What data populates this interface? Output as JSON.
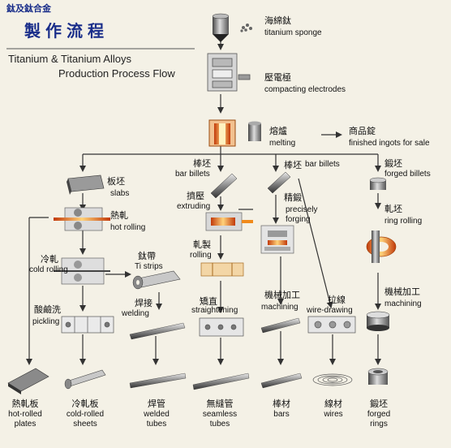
{
  "header": {
    "corner": "鈦及鈦合金",
    "title_zh": "製作流程",
    "title_en_1": "Titanium & Titanium Alloys",
    "title_en_2": "Production Process Flow"
  },
  "nodes": {
    "sponge": {
      "zh": "海綿鈦",
      "en": "titanium sponge"
    },
    "electrodes": {
      "zh": "壓電極",
      "en": "compacting electrodes"
    },
    "melting": {
      "zh": "熔爐",
      "en": "melting"
    },
    "ingots": {
      "zh": "商品錠",
      "en": "finished ingots for sale"
    },
    "slabs": {
      "zh": "板坯",
      "en": "slabs"
    },
    "bar_billets": {
      "zh": "棒坯",
      "en": "bar billets"
    },
    "bar_billets2": {
      "zh": "棒坯",
      "en": "bar billets"
    },
    "forged_billets": {
      "zh": "鍛坯",
      "en": "forged billets"
    },
    "hot_rolling": {
      "zh": "熱軋",
      "en": "hot rolling"
    },
    "extruding": {
      "zh": "擠壓",
      "en": "extruding"
    },
    "precise_forging": {
      "zh": "精鍛",
      "en1": "precisely",
      "en2": "forging"
    },
    "ring_rolling": {
      "zh": "軋坯",
      "en": "ring rolling"
    },
    "cold_rolling": {
      "zh": "冷軋",
      "en": "cold rolling"
    },
    "ti_strips": {
      "zh": "鈦帶",
      "en": "Ti strips"
    },
    "rolling": {
      "zh": "軋製",
      "en": "rolling"
    },
    "pickling": {
      "zh": "酸鹼洗",
      "en": "pickling"
    },
    "welding": {
      "zh": "焊接",
      "en": "welding"
    },
    "straightening": {
      "zh": "矯直",
      "en": "straightening"
    },
    "machining1": {
      "zh": "機械加工",
      "en": "machining"
    },
    "wire_drawing": {
      "zh": "拉線",
      "en": "wire-drawing"
    },
    "machining2": {
      "zh": "機械加工",
      "en": "machining"
    }
  },
  "products": [
    {
      "zh": "熱軋板",
      "en1": "hot-rolled",
      "en2": "plates"
    },
    {
      "zh": "冷軋板",
      "en1": "cold-rolled",
      "en2": "sheets"
    },
    {
      "zh": "焊管",
      "en1": "welded",
      "en2": "tubes"
    },
    {
      "zh": "無縫管",
      "en1": "seamless",
      "en2": "tubes"
    },
    {
      "zh": "棒材",
      "en1": "bars",
      "en2": ""
    },
    {
      "zh": "線材",
      "en1": "wires",
      "en2": ""
    },
    {
      "zh": "鍛坯",
      "en1": "forged",
      "en2": "rings"
    }
  ],
  "colors": {
    "background": "#f4f1e6",
    "title": "#1a2e8a",
    "line": "#333333",
    "glow": "#f08a1a"
  }
}
